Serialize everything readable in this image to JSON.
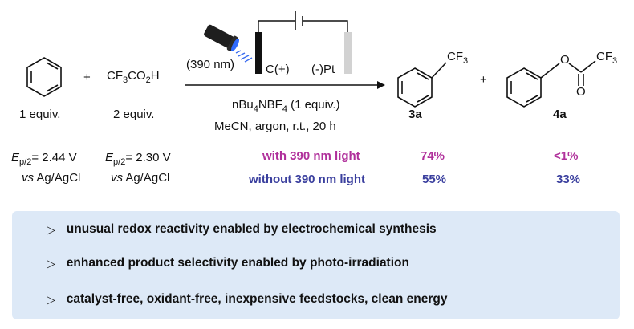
{
  "reaction": {
    "plus1": "+",
    "plus2": "+",
    "reagent_acid": {
      "part1": "CF",
      "sub1": "3",
      "part2": "CO",
      "sub2": "2",
      "part3": "H"
    },
    "equiv_benzene": "1 equiv.",
    "equiv_acid": "2 equiv.",
    "wavelength": "(390 nm)",
    "anode": "C(+)",
    "cathode": "(-)Pt",
    "electrolyte": {
      "part1": "nBu",
      "sub1": "4",
      "part2": "NBF",
      "sub2": "4",
      "part3": " (1 equiv.)"
    },
    "conditions": "MeCN, argon, r.t., 20 h",
    "product_3a_substituent": {
      "part1": "CF",
      "sub1": "3"
    },
    "product_4a_substituent": {
      "part1": "CF",
      "sub1": "3"
    },
    "product_4a_O_ether": "O",
    "product_4a_O_carbonyl": "O",
    "label_3a": "3a",
    "label_4a": "4a"
  },
  "potentials": {
    "benzene": {
      "E": "E",
      "sub": "p/2",
      "value": "= 2.44 V",
      "vs": "vs",
      "ref": " Ag/AgCl"
    },
    "acid": {
      "E": "E",
      "sub": "p/2",
      "value": "= 2.30 V",
      "vs": "vs",
      "ref": " Ag/AgCl"
    }
  },
  "results": {
    "with_light": {
      "label": "with 390 nm light",
      "yield_3a": "74%",
      "yield_4a": "<1%"
    },
    "without_light": {
      "label": "without 390 nm light",
      "yield_3a": "55%",
      "yield_4a": "33%"
    }
  },
  "colors": {
    "with_light": "#b0309b",
    "without_light": "#3a3f9e",
    "panel": "#dde9f7"
  },
  "highlights": {
    "marker": "▷",
    "items": [
      "unusual redox reactivity enabled by electrochemical synthesis",
      "enhanced product selectivity enabled by photo-irradiation",
      "catalyst-free, oxidant-free, inexpensive feedstocks, clean energy"
    ]
  }
}
